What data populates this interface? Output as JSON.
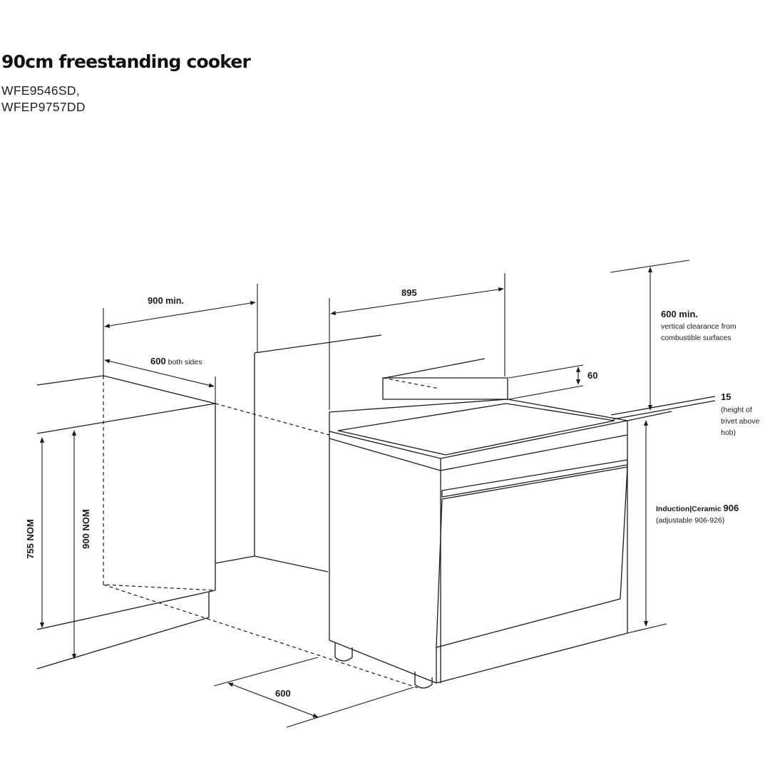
{
  "header": {
    "title": "90cm freestanding cooker",
    "models": [
      "WFE9546SD,",
      "WFEP9757DD"
    ]
  },
  "dimensions": {
    "cabinet_gap": {
      "value": "900",
      "suffix": " min."
    },
    "side_clearance": {
      "value": "600",
      "suffix": " both sides"
    },
    "cooker_width": {
      "value": "895"
    },
    "splashback_height": {
      "value": "60"
    },
    "top_clearance": {
      "value": "600 min.",
      "note_line1": "vertical clearance from",
      "note_line2": "combustible surfaces"
    },
    "trivet_height": {
      "value": "15",
      "note_line1": "(height of",
      "note_line2": "trivet above",
      "note_line3": "hob)"
    },
    "cooker_height": {
      "label": "Induction|Ceramic ",
      "value": "906",
      "note": "(adjustable 906-926)"
    },
    "bench_height": {
      "value": "755 NOM"
    },
    "bench_top_height": {
      "value": "900 NOM"
    },
    "depth": {
      "value": "600"
    }
  }
}
